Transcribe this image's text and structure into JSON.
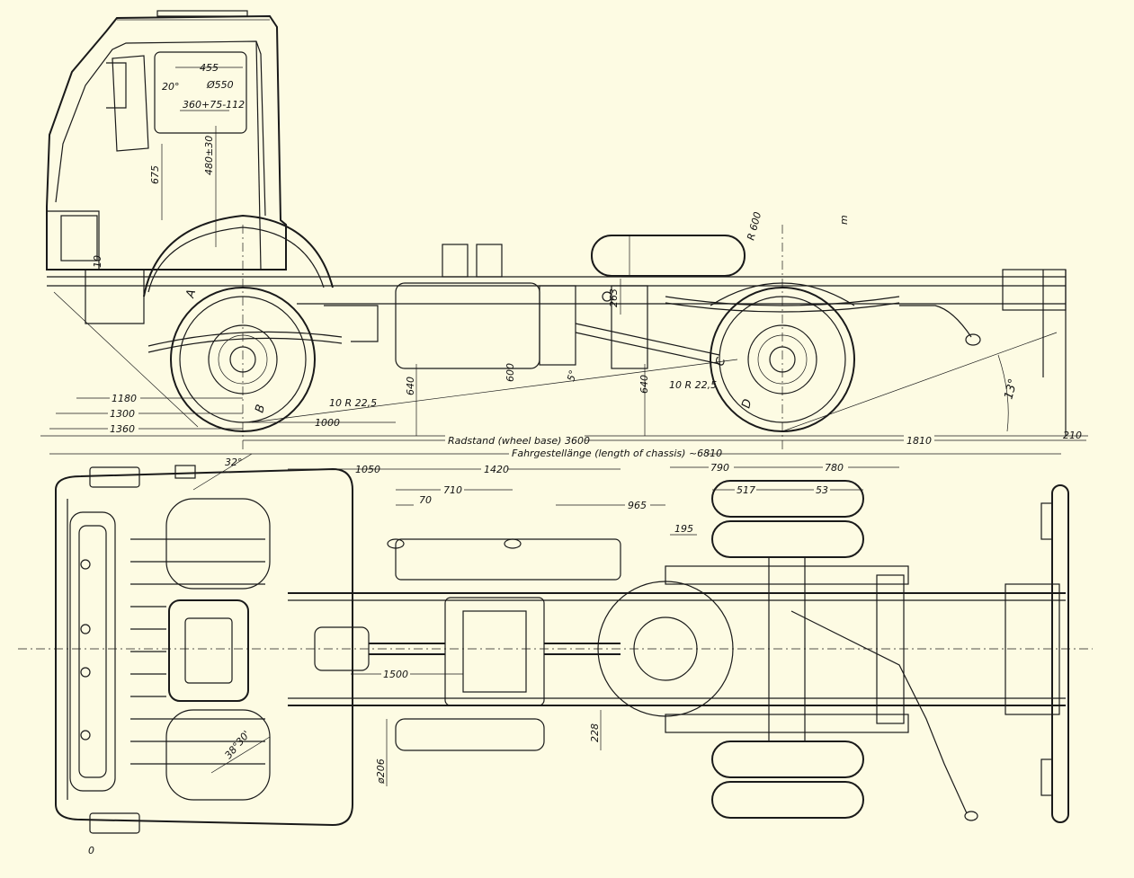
{
  "colors": {
    "paper": "#fdfbe3",
    "ink": "#1a1a1a"
  },
  "side_view": {
    "cab_dims": {
      "d455": "455",
      "d550": "Ø550",
      "d20deg": "20°",
      "d360": "360+75-112",
      "d480": "480±30",
      "d675": "675",
      "d10": "10"
    },
    "markers": {
      "A": "A",
      "B": "B",
      "C": "C",
      "D": "D",
      "m": "m",
      "r600": "R 600"
    },
    "dims": {
      "d263": "263",
      "d600": "600",
      "d640a": "640",
      "d640b": "640",
      "d5deg": "5°",
      "d13deg": "13°",
      "tyre_front": "10 R 22,5",
      "tyre_rear": "10 R 22,5",
      "d1180": "1180",
      "d1300": "1300",
      "d1360": "1360",
      "d1000": "1000",
      "wheelbase": "Radstand (wheel  base) 3600",
      "d1810": "1810",
      "d210": "210",
      "chassis_length": "Fahrgestellänge (length of chassis) ~6810"
    }
  },
  "top_view": {
    "dims": {
      "d32deg": "32°",
      "d38deg": "38°30'",
      "d1050": "1050",
      "d1420": "1420",
      "d710": "710",
      "d70": "70",
      "d965": "965",
      "d790": "790",
      "d780": "780",
      "d517": "517",
      "d53": "53",
      "d195": "195",
      "d1500": "1500",
      "d228": "228",
      "d206": "ø206",
      "d0": "0"
    }
  }
}
